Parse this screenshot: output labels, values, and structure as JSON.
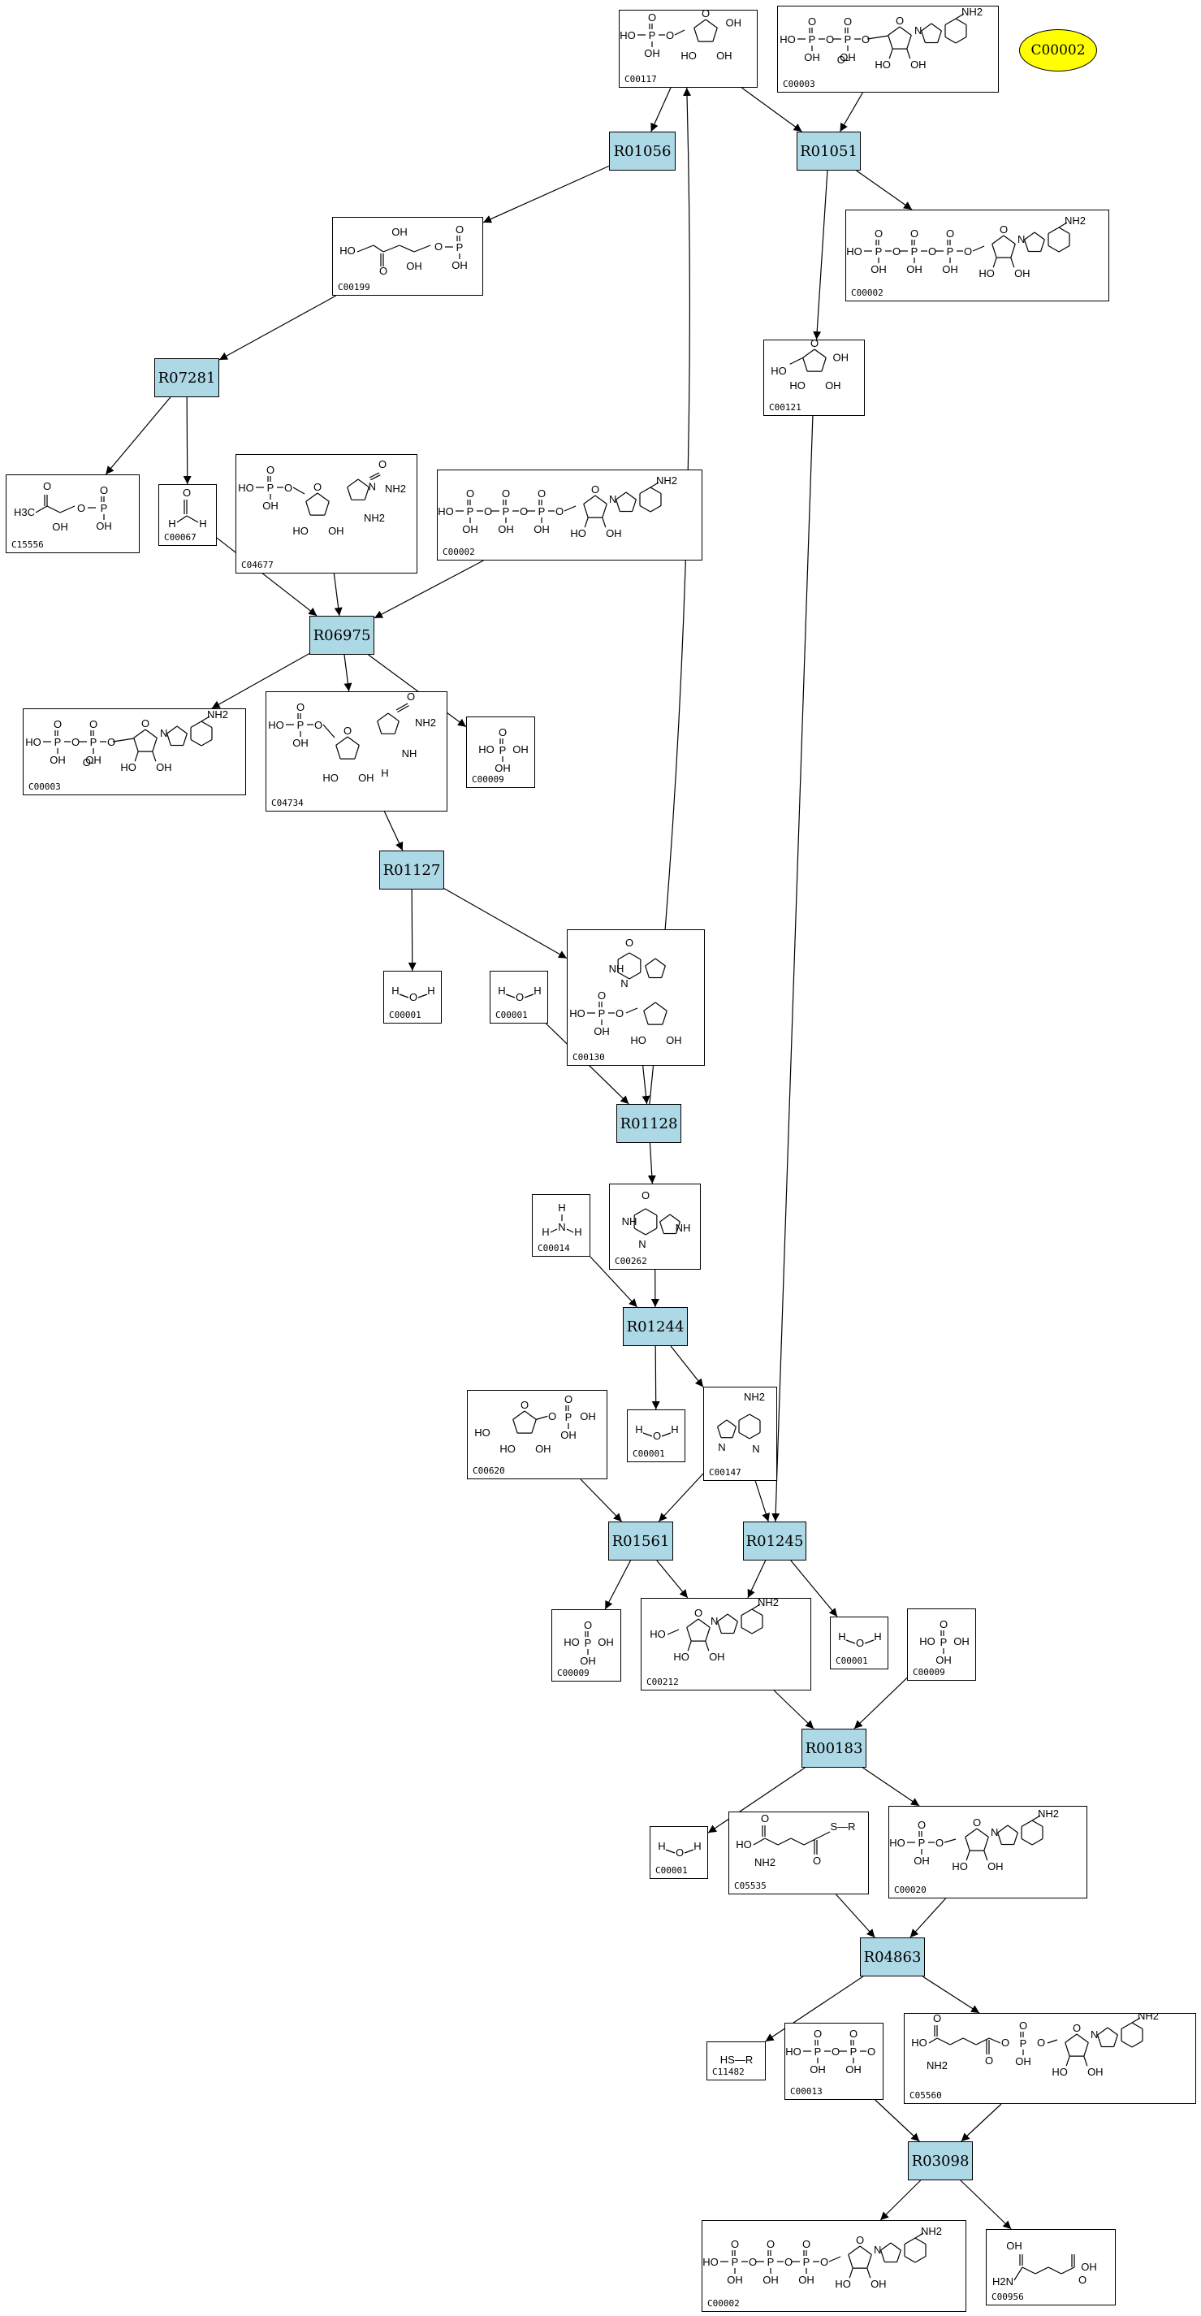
{
  "reactions": [
    {
      "id": "R01056",
      "label": "R01056"
    },
    {
      "id": "R01051",
      "label": "R01051"
    },
    {
      "id": "R07281",
      "label": "R07281"
    },
    {
      "id": "R06975",
      "label": "R06975"
    },
    {
      "id": "R01127",
      "label": "R01127"
    },
    {
      "id": "R01128",
      "label": "R01128"
    },
    {
      "id": "R01244",
      "label": "R01244"
    },
    {
      "id": "R01561",
      "label": "R01561"
    },
    {
      "id": "R01245",
      "label": "R01245"
    },
    {
      "id": "R00183",
      "label": "R00183"
    },
    {
      "id": "R04863",
      "label": "R04863"
    },
    {
      "id": "R03098",
      "label": "R03098"
    }
  ],
  "compounds": [
    {
      "id": "c117",
      "label": "C00117"
    },
    {
      "id": "c3a",
      "label": "C00003"
    },
    {
      "id": "c2a",
      "label": "C00002"
    },
    {
      "id": "c199",
      "label": "C00199"
    },
    {
      "id": "c121",
      "label": "C00121"
    },
    {
      "id": "c15556",
      "label": "C15556"
    },
    {
      "id": "c67",
      "label": "C00067"
    },
    {
      "id": "c4677",
      "label": "C04677"
    },
    {
      "id": "c2b",
      "label": "C00002"
    },
    {
      "id": "c3b",
      "label": "C00003"
    },
    {
      "id": "c4734",
      "label": "C04734"
    },
    {
      "id": "c9a",
      "label": "C00009"
    },
    {
      "id": "c1a",
      "label": "C00001"
    },
    {
      "id": "c1b",
      "label": "C00001"
    },
    {
      "id": "c130",
      "label": "C00130"
    },
    {
      "id": "c14",
      "label": "C00014"
    },
    {
      "id": "c262",
      "label": "C00262"
    },
    {
      "id": "c620",
      "label": "C00620"
    },
    {
      "id": "c1c",
      "label": "C00001"
    },
    {
      "id": "c147",
      "label": "C00147"
    },
    {
      "id": "c9b",
      "label": "C00009"
    },
    {
      "id": "c212",
      "label": "C00212"
    },
    {
      "id": "c1d",
      "label": "C00001"
    },
    {
      "id": "c9c",
      "label": "C00009"
    },
    {
      "id": "c1e",
      "label": "C00001"
    },
    {
      "id": "c5535",
      "label": "C05535"
    },
    {
      "id": "c20",
      "label": "C00020"
    },
    {
      "id": "c11482",
      "label": "C11482"
    },
    {
      "id": "c13",
      "label": "C00013"
    },
    {
      "id": "c5560",
      "label": "C05560"
    },
    {
      "id": "c2c",
      "label": "C00002"
    },
    {
      "id": "c956",
      "label": "C00956"
    }
  ],
  "highlight": {
    "id": "hl",
    "label": "C00002",
    "color": "#ffff00"
  },
  "colors": {
    "reaction_fill": "#add8e6",
    "highlight_fill": "#ffff00",
    "line": "#000000"
  },
  "atoms": {
    "oh": "OH",
    "ho": "HO",
    "o": "O",
    "p": "P",
    "n": "N",
    "nh": "NH",
    "nh2": "NH2",
    "h": "H",
    "h3c": "H3C",
    "hs_r": "HS—R",
    "s_r": "S—R",
    "oh_minus": "O-",
    "h2n": "H2N"
  },
  "edges": [
    [
      "c117",
      "R01056"
    ],
    [
      "c117",
      "R01051"
    ],
    [
      "c3a",
      "R01051"
    ],
    [
      "R01056",
      "c199"
    ],
    [
      "R01051",
      "c2a"
    ],
    [
      "R01051",
      "c121"
    ],
    [
      "c199",
      "R07281"
    ],
    [
      "R07281",
      "c15556"
    ],
    [
      "R07281",
      "c67"
    ],
    [
      "c67",
      "R06975"
    ],
    [
      "c4677",
      "R06975"
    ],
    [
      "c2b",
      "R06975"
    ],
    [
      "R06975",
      "c3b"
    ],
    [
      "R06975",
      "c4734"
    ],
    [
      "R06975",
      "c9a"
    ],
    [
      "c4734",
      "R01127"
    ],
    [
      "R01127",
      "c1a"
    ],
    [
      "R01127",
      "c130"
    ],
    [
      "c1b",
      "R01128"
    ],
    [
      "c130",
      "R01128"
    ],
    [
      "R01128",
      "c117"
    ],
    [
      "R01128",
      "c262"
    ],
    [
      "c14",
      "R01244"
    ],
    [
      "c262",
      "R01244"
    ],
    [
      "R01244",
      "c1c"
    ],
    [
      "R01244",
      "c147"
    ],
    [
      "c620",
      "R01561"
    ],
    [
      "c147",
      "R01561"
    ],
    [
      "c147",
      "R01245"
    ],
    [
      "c121",
      "R01245"
    ],
    [
      "R01561",
      "c9b"
    ],
    [
      "R01561",
      "c212"
    ],
    [
      "R01245",
      "c212"
    ],
    [
      "R01245",
      "c1d"
    ],
    [
      "c212",
      "R00183"
    ],
    [
      "c9c",
      "R00183"
    ],
    [
      "R00183",
      "c1e"
    ],
    [
      "R00183",
      "c20"
    ],
    [
      "c5535",
      "R04863"
    ],
    [
      "c20",
      "R04863"
    ],
    [
      "R04863",
      "c11482"
    ],
    [
      "R04863",
      "c5560"
    ],
    [
      "c13",
      "R03098"
    ],
    [
      "c5560",
      "R03098"
    ],
    [
      "R03098",
      "c2c"
    ],
    [
      "R03098",
      "c956"
    ]
  ]
}
